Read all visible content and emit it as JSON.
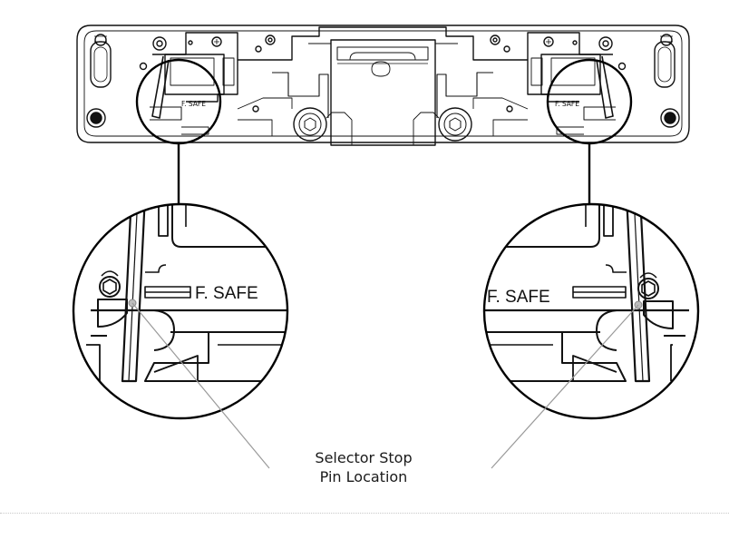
{
  "labels": {
    "housing_left": "F. SAFE",
    "housing_right": "F. SAFE",
    "detail_left": "F. SAFE",
    "detail_right": "F. SAFE"
  },
  "callout": {
    "line1": "Selector Stop",
    "line2": "Pin Location"
  }
}
